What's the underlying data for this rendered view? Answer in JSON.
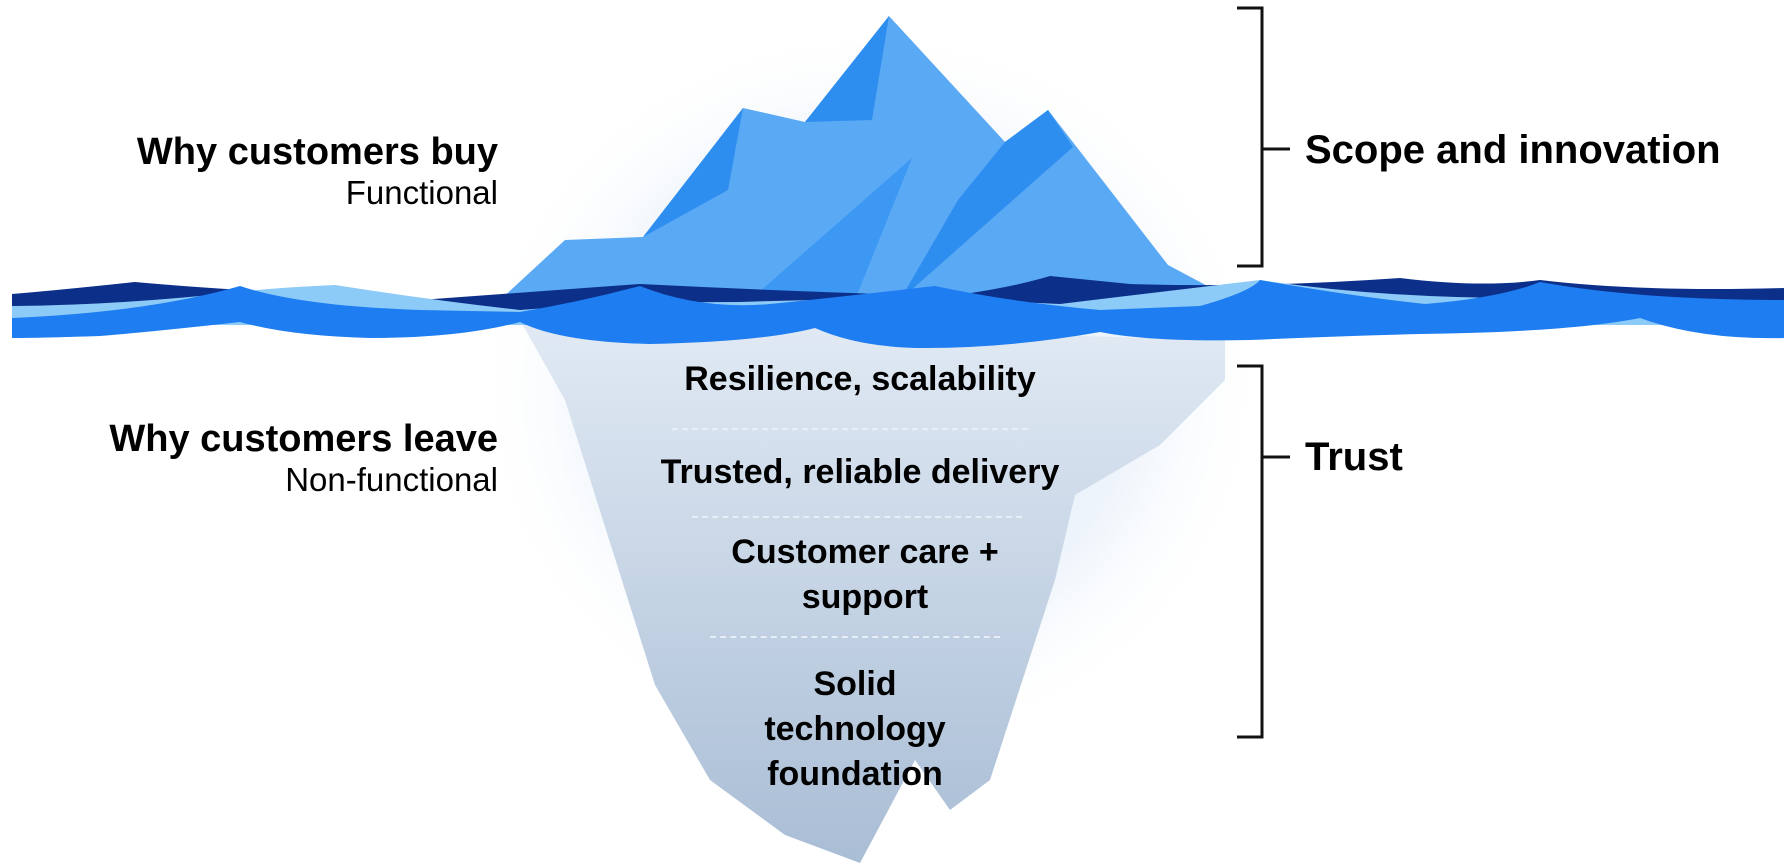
{
  "left": {
    "buy": {
      "title": "Why customers buy",
      "subtitle": "Functional"
    },
    "leave": {
      "title": "Why customers leave",
      "subtitle": "Non-functional"
    }
  },
  "right": {
    "top": "Scope and innovation",
    "bottom": "Trust"
  },
  "layers": [
    "Resilience, scalability",
    "Trusted, reliable delivery",
    "Customer care +\nsupport",
    "Solid\ntechnology\nfoundation"
  ],
  "colors": {
    "ice_light": "#5aa9f5",
    "ice_dark": "#2e8ef0",
    "water_dark": "#0c2f8a",
    "water_mid": "#1e7df0",
    "water_light": "#8ccaf7",
    "underwater": "#b4c5da",
    "glow": "#e6f0fb"
  }
}
